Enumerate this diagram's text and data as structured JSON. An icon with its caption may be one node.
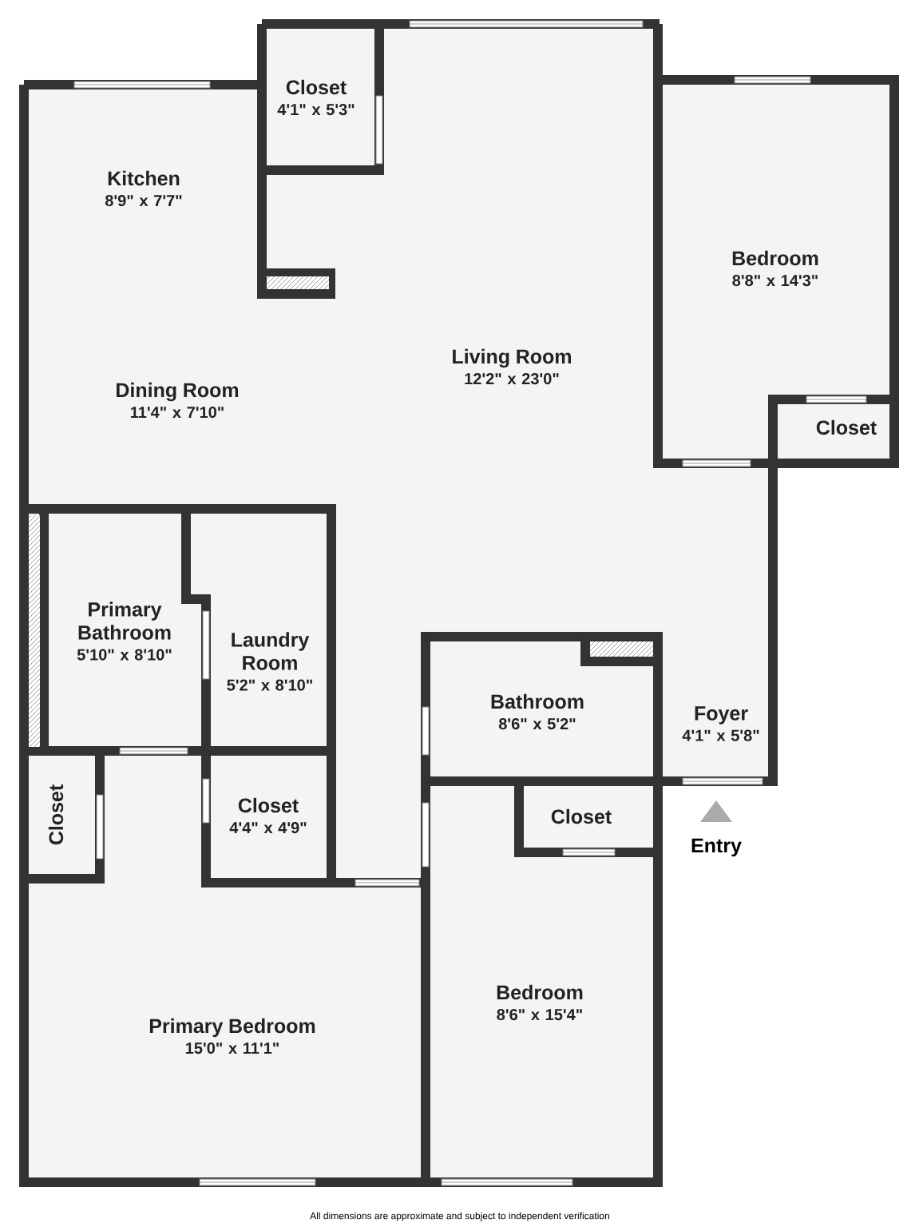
{
  "diagram": {
    "nodes": [
      {
        "text": [
          "Kitchen",
          "8'9\" x 7'7\""
        ]
      },
      {
        "text": [
          "Closet",
          "4'1\" x 5'3\""
        ]
      },
      {
        "text": [
          "Bedroom",
          "8'8\" x 14'3\""
        ]
      },
      {
        "text": [
          "Living Room",
          "12'2\" x 23'0\""
        ]
      },
      {
        "text": [
          "Dining Room",
          "11'4\" x 7'10\""
        ]
      },
      {
        "text": [
          "Closet"
        ]
      },
      {
        "text": [
          "Primary Bathroom",
          "5'10\" x 8'10\""
        ]
      },
      {
        "text": [
          "Laundry Room",
          "5'2\" x 8'10\""
        ]
      },
      {
        "text": [
          "Bathroom",
          "8'6\" x 5'2\""
        ]
      },
      {
        "text": [
          "Foyer",
          "4'1\" x 5'8\""
        ]
      },
      {
        "text": [
          "Closet"
        ]
      },
      {
        "text": [
          "Closet",
          "4'4\" x 4'9\""
        ]
      },
      {
        "text": [
          "Closet"
        ]
      },
      {
        "text": [
          "Bedroom",
          "8'6\" x 15'4\""
        ]
      },
      {
        "text": [
          "Primary Bedroom",
          "15'0\" x 11'1\""
        ]
      }
    ],
    "labels": [
      "Entry",
      "All dimensions are approximate and subject to independent verification"
    ]
  }
}
